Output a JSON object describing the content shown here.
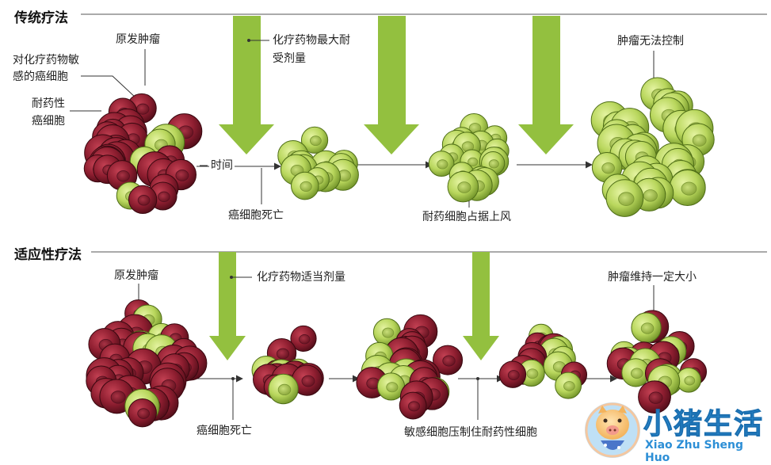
{
  "colors": {
    "sensitive_cell": "#8e1e30",
    "resistant_cell": "#b8d65c",
    "arrow_green": "#93c03f",
    "line": "#333333"
  },
  "traditional": {
    "title": "传统疗法",
    "original_tumor": "原发肿瘤",
    "sensitive_cells": [
      "对化疗药物敏",
      "感的癌细胞"
    ],
    "resistant_cells": [
      "耐药性",
      "癌细胞"
    ],
    "max_dose": [
      "化疗药物最大耐",
      "受剂量"
    ],
    "time": "时间",
    "cell_death": "癌细胞死亡",
    "resistant_dominate": "耐药细胞占据上风",
    "uncontrolled": "肿瘤无法控制"
  },
  "adaptive": {
    "title": "适应性疗法",
    "original_tumor": "原发肿瘤",
    "proper_dose": "化疗药物适当剂量",
    "cell_death": "癌细胞死亡",
    "suppress": "敏感细胞压制住耐药性细胞",
    "maintain": "肿瘤维持一定大小"
  },
  "logo": {
    "main": "小猪生活",
    "sub": "Xiao Zhu Sheng Huo"
  }
}
